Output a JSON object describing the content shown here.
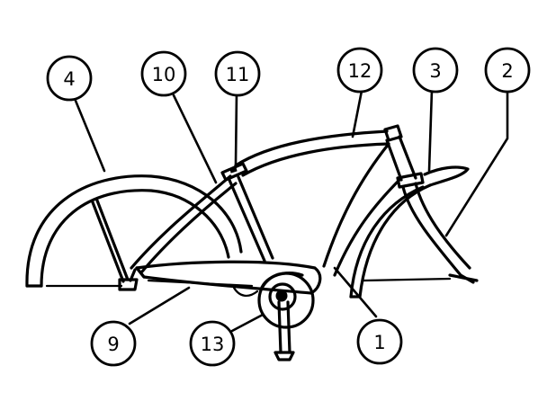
{
  "labels": [
    {
      "id": "4",
      "text": "4"
    },
    {
      "id": "10",
      "text": "10"
    },
    {
      "id": "11",
      "text": "11"
    },
    {
      "id": "12",
      "text": "12"
    },
    {
      "id": "3",
      "text": "3"
    },
    {
      "id": "2",
      "text": "2"
    },
    {
      "id": "9",
      "text": "9"
    },
    {
      "id": "13",
      "text": "13"
    },
    {
      "id": "1",
      "text": "1"
    }
  ],
  "colors": {
    "ink": "#000000",
    "background": "#ffffff"
  }
}
